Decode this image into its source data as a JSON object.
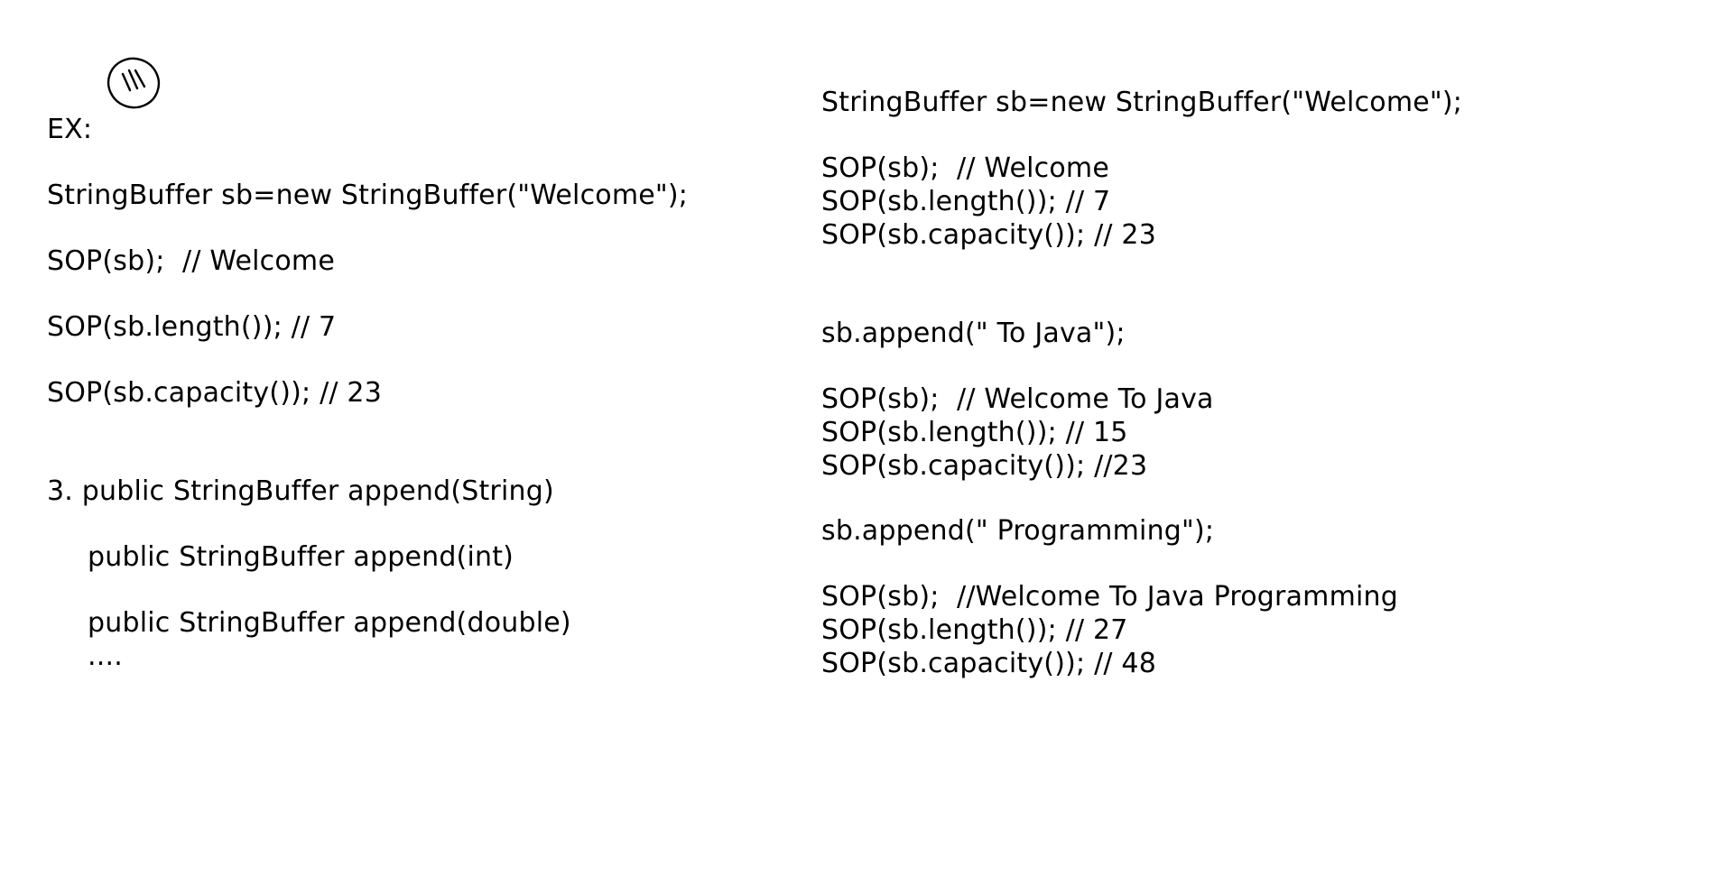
{
  "left": {
    "ex_label": "EX:",
    "decl": "StringBuffer sb=new StringBuffer(\"Welcome\");",
    "sop_sb": "SOP(sb);  // Welcome",
    "sop_length": "SOP(sb.length()); // 7",
    "sop_capacity": "SOP(sb.capacity()); // 23",
    "method_heading": "3. public StringBuffer append(String)",
    "method_int": "public StringBuffer append(int)",
    "method_double": "public StringBuffer append(double)",
    "ellipsis": "...."
  },
  "right": {
    "decl": "StringBuffer sb=new StringBuffer(\"Welcome\");",
    "block1": {
      "sop_sb": "SOP(sb);  // Welcome",
      "sop_length": "SOP(sb.length()); // 7",
      "sop_capacity": "SOP(sb.capacity()); // 23"
    },
    "append1": "sb.append(\" To Java\");",
    "block2": {
      "sop_sb": "SOP(sb);  // Welcome To Java",
      "sop_length": "SOP(sb.length()); // 15",
      "sop_capacity": "SOP(sb.capacity()); //23"
    },
    "append2": "sb.append(\" Programming\");",
    "block3": {
      "sop_sb": "SOP(sb);  //Welcome To Java Programming",
      "sop_length": "SOP(sb.length()); // 27",
      "sop_capacity": "SOP(sb.capacity()); // 48"
    }
  },
  "annotation": {
    "icon": "handwritten-circle-mark",
    "ink_color": "#000000"
  }
}
